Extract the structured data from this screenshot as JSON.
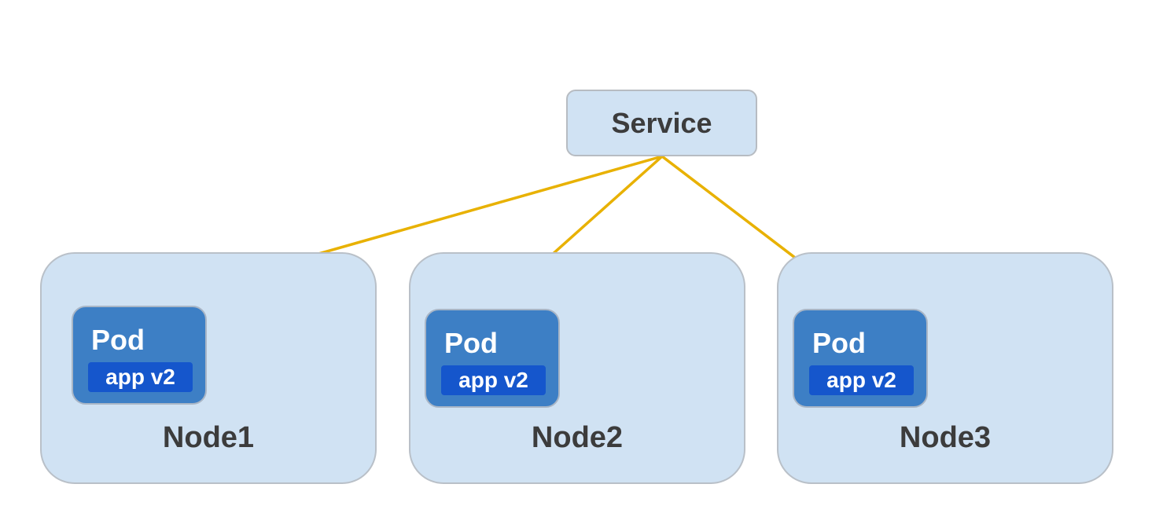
{
  "service": {
    "label": "Service"
  },
  "nodes": [
    {
      "label": "Node1",
      "pod": {
        "label": "Pod",
        "app": "app v2"
      }
    },
    {
      "label": "Node2",
      "pod": {
        "label": "Pod",
        "app": "app v2"
      }
    },
    {
      "label": "Node3",
      "pod": {
        "label": "Pod",
        "app": "app v2"
      }
    }
  ],
  "colors": {
    "connector": "#e8b100",
    "node_fill": "#d0e2f3",
    "pod_fill": "#3d7fc5",
    "app_tag_fill": "#1556cc",
    "label_text": "#3c3c3c"
  }
}
